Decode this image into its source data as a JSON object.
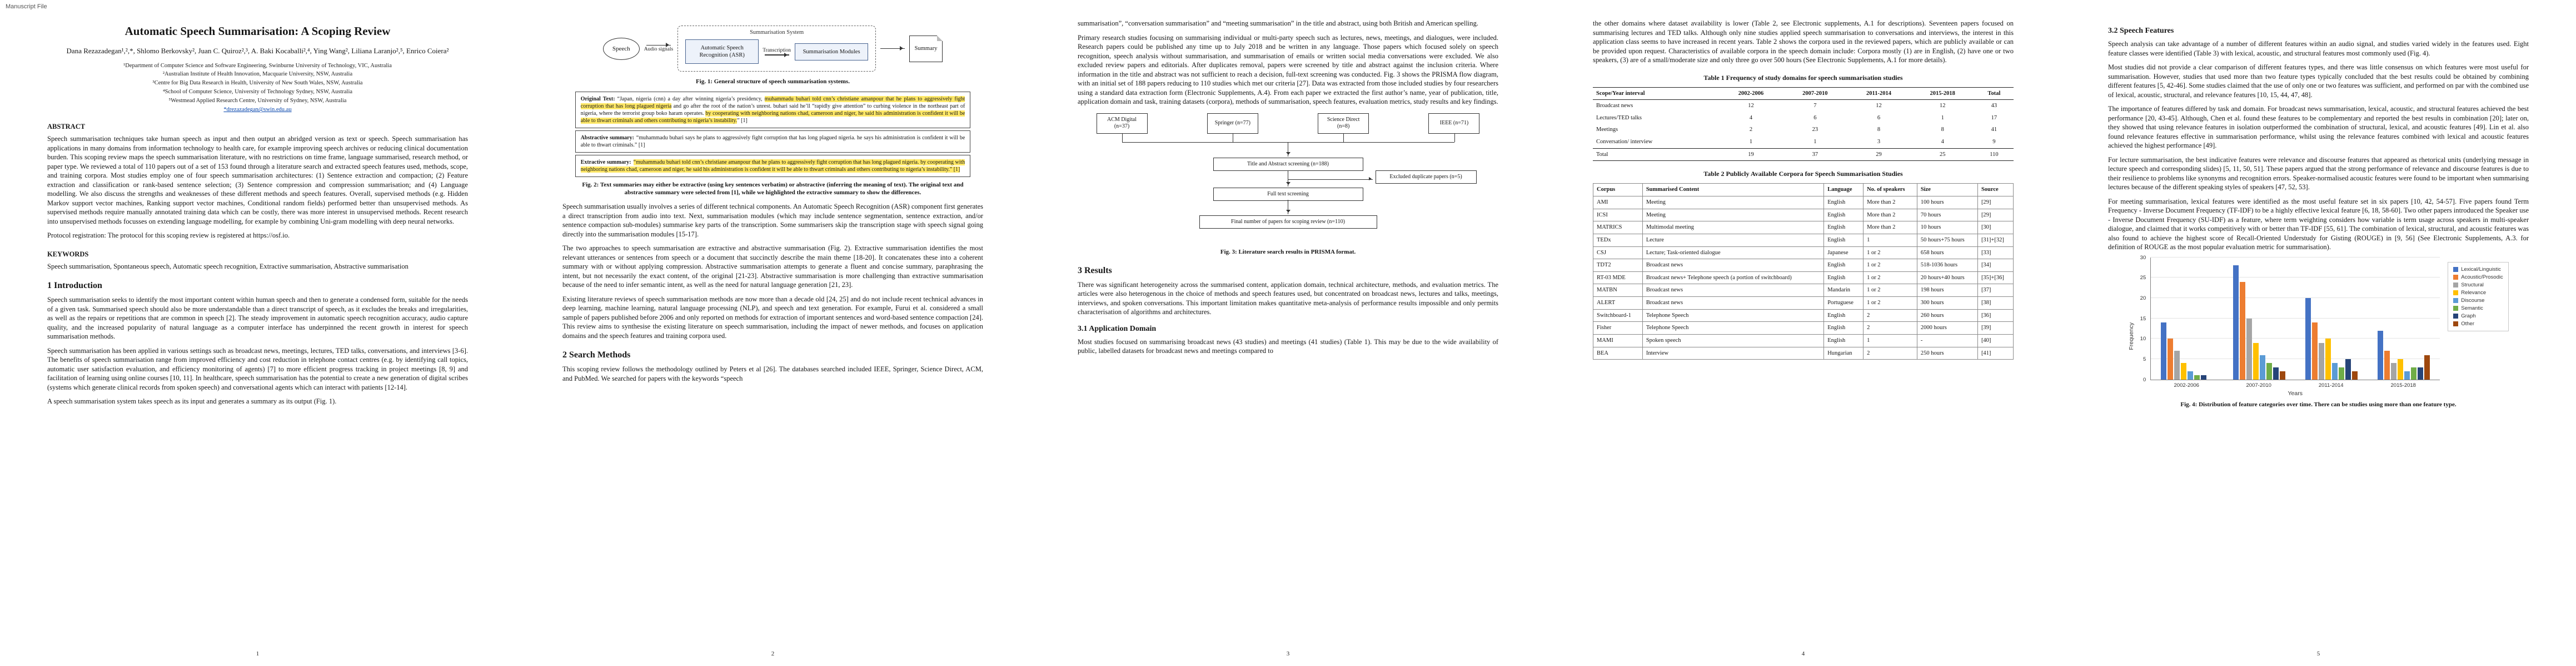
{
  "watermark": "Manuscript File",
  "page1": {
    "page_number": "1",
    "title": "Automatic Speech Summarisation: A Scoping Review",
    "authors": "Dana Rezazadegan¹,²,*, Shlomo Berkovsky², Juan C. Quiroz²,³, A. Baki Kocaballi²,⁴, Ying Wang², Liliana Laranjo²,⁵, Enrico Coiera²",
    "affiliations": [
      "¹Department of Computer Science and Software Engineering, Swinburne University of Technology, VIC, Australia",
      "²Australian Institute of Health Innovation, Macquarie University, NSW, Australia",
      "³Centre for Big Data Research in Health, University of New South Wales, NSW, Australia",
      "⁴School of Computer Science, University of Technology Sydney, NSW, Australia",
      "⁵Westmead Applied Research Centre, University of Sydney, NSW, Australia"
    ],
    "email": "*drezazadegan@swin.edu.au",
    "abstract_heading": "ABSTRACT",
    "abstract_paragraphs": [
      "Speech summarisation techniques take human speech as input and then output an abridged version as text or speech. Speech summarisation has applications in many domains from information technology to health care, for example improving speech archives or reducing clinical documentation burden. This scoping review maps the speech summarisation literature, with no restrictions on time frame, language summarised, research method, or paper type. We reviewed a total of 110 papers out of a set of 153 found through a literature search and extracted speech features used, methods, scope, and training corpora. Most studies employ one of four speech summarisation architectures: (1) Sentence extraction and compaction; (2) Feature extraction and classification or rank-based sentence selection; (3) Sentence compression and compression summarisation; and (4) Language modelling. We also discuss the strengths and weaknesses of these different methods and speech features. Overall, supervised methods (e.g. Hidden Markov support vector machines, Ranking support vector machines, Conditional random fields) performed better than unsupervised methods. As supervised methods require manually annotated training data which can be costly, there was more interest in unsupervised methods. Recent research into unsupervised methods focusses on extending language modelling, for example by combining Uni-gram modelling with deep neural networks.",
      "Protocol registration: The protocol for this scoping review is registered at https://osf.io."
    ],
    "keywords_heading": "KEYWORDS",
    "keywords": "Speech summarisation, Spontaneous speech, Automatic speech recognition, Extractive summarisation, Abstractive summarisation",
    "section1_heading": "1  Introduction",
    "section1_paragraphs": [
      "Speech summarisation seeks to identify the most important content within human speech and then to generate a condensed form, suitable for the needs of a given task. Summarised speech should also be more understandable than a direct transcript of speech, as it excludes the breaks and irregularities, as well as the repairs or repetitions that are common in speech [2]. The steady improvement in automatic speech recognition accuracy, audio capture quality, and the increased popularity of natural language as a computer interface has underpinned the recent growth in interest for speech summarisation methods.",
      "Speech summarisation has been applied in various settings such as broadcast news, meetings, lectures, TED talks, conversations, and interviews [3-6]. The benefits of speech summarisation range from improved efficiency and cost reduction in telephone contact centres (e.g. by identifying call topics, automatic user satisfaction evaluation, and efficiency monitoring of agents) [7] to more efficient progress tracking in project meetings [8, 9] and facilitation of learning using online courses [10, 11]. In healthcare, speech summarisation has the potential to create a new generation of digital scribes (systems which generate clinical records from spoken speech) and conversational agents which can interact with patients [12-14].",
      "A speech summarisation system takes speech as its input and generates a summary as its output (Fig. 1)."
    ]
  },
  "page2": {
    "page_number": "2",
    "fig1": {
      "speech": "Speech",
      "audio": "Audio signals",
      "system": "Summarisation System",
      "asr": "Automatic Speech Recognition (ASR)",
      "transcription": "Transcription",
      "modules": "Summarisation Modules",
      "summary": "Summary",
      "caption": "Fig. 1: General structure of speech summarisation systems."
    },
    "fig2": {
      "original_label": "Original Text:",
      "original_parts": {
        "p0": "“Japan, nigeria (cnn) a day after winning nigeria’s presidency, ",
        "p1": "muhammadu buhari told cnn’s christiane amanpour that he plans to aggressively fight corruption that has long plagued nigeria",
        "p2": " and go after the root of the nation’s unrest. buhari said he’ll “rapidly give attention” to curbing violence in the northeast part of nigeria, where the terrorist group boko haram operates. ",
        "p3": "by cooperating with neighboring nations chad, cameroon and niger, he said his administration is confident it will be able to thwart criminals and others contributing to nigeria’s instability.",
        "p4": "” [1]"
      },
      "abstractive_label": "Abstractive summary:",
      "abstractive": "“muhammadu buhari says he plans to aggressively fight corruption that has long plagued nigeria. he says his administration is confident it will be able to thwart criminals.” [1]",
      "extractive_label": "Extractive summary:",
      "extractive": "“muhammadu buhari told cnn’s christiane amanpour that he plans to aggressively fight corruption that has long plagued nigeria. by cooperating with neighboring nations chad, cameroon and niger, he said his administration is confident it will be able to thwart criminals and others contributing to nigeria’s instability.” [1]",
      "caption": "Fig. 2: Text summaries may either be extractive (using key sentences verbatim) or abstractive (inferring the meaning of text). The original text and abstractive summary were selected from [1], while we highlighted the extractive summary to show the differences."
    },
    "paragraphs": [
      "Speech summarisation usually involves a series of different technical components. An Automatic Speech Recognition (ASR) component first generates a direct transcription from audio into text. Next, summarisation modules (which may include sentence segmentation, sentence extraction, and/or sentence compaction sub-modules) summarise key parts of the transcription. Some summarisers skip the transcription stage with speech signal going directly into the summarisation modules [15-17].",
      "The two approaches to speech summarisation are extractive and abstractive summarisation (Fig. 2). Extractive summarisation identifies the most relevant utterances or sentences from speech or a document that succinctly describe the main theme [18-20]. It concatenates these into a coherent summary with or without applying compression. Abstractive summarisation attempts to generate a fluent and concise summary, paraphrasing the intent, but not necessarily the exact content, of the original [21-23]. Abstractive summarisation is more challenging than extractive summarisation because of the need to infer semantic intent, as well as the need for natural language generation [21, 23].",
      "Existing literature reviews of speech summarisation methods are now more than a decade old [24, 25] and do not include recent technical advances in deep learning, machine learning, natural language processing (NLP), and speech and text generation. For example, Furui et al. considered a small sample of papers published before 2006 and only reported on methods for extraction of important sentences and word-based sentence compaction [24]. This review aims to synthesise the existing literature on speech summarisation, including the impact of newer methods, and focuses on application domains and the speech features and training corpora used."
    ],
    "section2_heading": "2  Search Methods",
    "section2_paragraphs": [
      "This scoping review follows the methodology outlined by Peters et al [26]. The databases searched included IEEE, Springer, Science Direct, ACM, and PubMed. We searched for papers with the keywords “speech"
    ]
  },
  "page3": {
    "page_number": "3",
    "paragraphs": [
      "summarisation”, “conversation summarisation” and “meeting summarisation” in the title and abstract, using both British and American spelling.",
      "Primary research studies focusing on summarising individual or multi-party speech such as lectures, news, meetings, and dialogues, were included. Research papers could be published any time up to July 2018 and be written in any language. Those papers which focused solely on speech recognition, speech analysis without summarisation, and summarisation of emails or written social media conversations were excluded. We also excluded review papers and editorials. After duplicates removal, papers were screened by title and abstract against the inclusion criteria. Where information in the title and abstract was not sufficient to reach a decision, full-text screening was conducted. Fig. 3 shows the PRISMA flow diagram, with an initial set of 188 papers reducing to 110 studies which met our criteria [27]. Data was extracted from those included studies by four researchers using a standard data extraction form (Electronic Supplements, A.4). From each paper we extracted the first author’s name, year of publication, title, application domain and task, training datasets (corpora), methods of summarisation, speech features, evaluation metrics, study results and key findings."
    ],
    "fig3": {
      "sources": [
        "ACM Digital (n=37)",
        "Springer (n=77)",
        "Science Direct (n=8)",
        "IEEE (n=71)"
      ],
      "excluded": "Excluded duplicate papers (n=5)",
      "screening": "Title and Abstract screening (n=188)",
      "fulltext": "Full text screening",
      "final": "Final number of papers for scoping review (n=110)",
      "caption": "Fig. 3: Literature search results in PRISMA format."
    },
    "section3_heading": "3  Results",
    "section3_paragraphs": [
      "There was significant heterogeneity across the summarised content, application domain, technical architecture, methods, and evaluation metrics. The articles were also heterogenous in the choice of methods and speech features used, but concentrated on broadcast news, lectures and talks, meetings, interviews, and spoken conversations. This important limitation makes quantitative meta-analysis of performance results impossible and only permits characterisation of algorithms and architectures."
    ],
    "section31_heading": "3.1  Application Domain",
    "section31_paragraphs": [
      "Most studies focused on summarising broadcast news (43 studies) and meetings (41 studies) (Table 1). This may be due to the wide availability of public, labelled datasets for broadcast news and meetings compared to"
    ]
  },
  "page4": {
    "page_number": "4",
    "paragraphs": [
      "the other domains where dataset availability is lower (Table 2, see Electronic supplements, A.1 for descriptions). Seventeen papers focused on summarising lectures and TED talks. Although only nine studies applied speech summarisation to conversations and interviews, the interest in this application class seems to have increased in recent years. Table 2 shows the corpora used in the reviewed papers, which are publicly available or can be provided upon request. Characteristics of available corpora in the speech domain include: Corpora mostly (1) are in English, (2) have one or two speakers, (3) are of a small/moderate size and only three go over 500 hours (See Electronic Supplements, A.1 for more details)."
    ],
    "table1": {
      "title": "Table 1 Frequency of study domains for speech summarisation studies",
      "columns": [
        "Scope/Year interval",
        "2002-2006",
        "2007-2010",
        "2011-2014",
        "2015-2018",
        "Total"
      ],
      "rows": [
        [
          "Broadcast news",
          "12",
          "7",
          "12",
          "12",
          "43"
        ],
        [
          "Lectures/TED talks",
          "4",
          "6",
          "6",
          "1",
          "17"
        ],
        [
          "Meetings",
          "2",
          "23",
          "8",
          "8",
          "41"
        ],
        [
          "Conversation/ interview",
          "1",
          "1",
          "3",
          "4",
          "9"
        ],
        [
          "Total",
          "19",
          "37",
          "29",
          "25",
          "110"
        ]
      ]
    },
    "table2": {
      "title": "Table 2 Publicly Available Corpora for Speech Summarisation Studies",
      "columns": [
        "Corpus",
        "Summarised Content",
        "Language",
        "No. of speakers",
        "Size",
        "Source"
      ],
      "rows": [
        [
          "AMI",
          "Meeting",
          "English",
          "More than 2",
          "100 hours",
          "[29]"
        ],
        [
          "ICSI",
          "Meeting",
          "English",
          "More than 2",
          "70 hours",
          "[29]"
        ],
        [
          "MATRICS",
          "Multimodal meeting",
          "English",
          "More than 2",
          "10 hours",
          "[30]"
        ],
        [
          "TEDx",
          "Lecture",
          "English",
          "1",
          "50 hours+75 hours",
          "[31]+[32]"
        ],
        [
          "CSJ",
          "Lecture; Task-oriented dialogue",
          "Japanese",
          "1 or 2",
          "658 hours",
          "[33]"
        ],
        [
          "TDT2",
          "Broadcast news",
          "English",
          "1 or 2",
          "518-1036 hours",
          "[34]"
        ],
        [
          "RT-03 MDE",
          "Broadcast news+ Telephone speech (a portion of switchboard)",
          "English",
          "1 or 2",
          "20 hours+40 hours",
          "[35]+[36]"
        ],
        [
          "MATBN",
          "Broadcast news",
          "Mandarin",
          "1 or 2",
          "198 hours",
          "[37]"
        ],
        [
          "ALERT",
          "Broadcast news",
          "Portuguese",
          "1 or 2",
          "300 hours",
          "[38]"
        ],
        [
          "Switchboard-1",
          "Telephone Speech",
          "English",
          "2",
          "260 hours",
          "[36]"
        ],
        [
          "Fisher",
          "Telephone Speech",
          "English",
          "2",
          "2000 hours",
          "[39]"
        ],
        [
          "MAMI",
          "Spoken speech",
          "English",
          "1",
          "-",
          "[40]"
        ],
        [
          "BEA",
          "Interview",
          "Hungarian",
          "2",
          "250 hours",
          "[41]"
        ]
      ]
    }
  },
  "page5": {
    "page_number": "5",
    "section32_heading": "3.2  Speech Features",
    "paragraphs": [
      "Speech analysis can take advantage of a number of different features within an audio signal, and studies varied widely in the features used. Eight feature classes were identified (Table 3) with lexical, acoustic, and structural features most commonly used (Fig. 4).",
      "Most studies did not provide a clear comparison of different features types, and there was little consensus on which features were most useful for summarisation. However, studies that used more than two feature types typically concluded that the best results could be obtained by combining different features [5, 42-46]. Some studies claimed that the use of only one or two features was sufficient, and performed on par with the combined use of lexical, acoustic, structural, and relevance features [10, 15, 44, 47, 48].",
      "The importance of features differed by task and domain. For broadcast news summarisation, lexical, acoustic, and structural features achieved the best performance [20, 43-45]. Although, Chen et al. found these features to be complementary and reported the best results in combination [20]; later on, they showed that using relevance features in isolation outperformed the combination of structural, lexical, and acoustic features [49]. Lin et al. also found relevance features effective in summarisation performance, whilst using the relevance features combined with lexical and acoustic features achieved the highest performance [49].",
      "For lecture summarisation, the best indicative features were relevance and discourse features that appeared as rhetorical units (underlying message in lecture speech and corresponding slides) [5, 11, 50, 51]. These papers argued that the strong performance of relevance and discourse features is due to their resilience to problems like synonyms and recognition errors. Speaker-normalised acoustic features were found to be important when summarising lectures because of the different speaking styles of speakers [47, 52, 53].",
      "For meeting summarisation, lexical features were identified as the most useful feature set in six papers [10, 42, 54-57]. Five papers found Term Frequency - Inverse Document Frequency (TF-IDF) to be a highly effective lexical feature [6, 18, 58-60]. Two other papers introduced the Speaker use - Inverse Document Frequency (SU-IDF) as a feature, where term weighting considers how variable is term usage across speakers in multi-speaker dialogue, and claimed that it works competitively with or better than TF-IDF [55, 61]. The combination of lexical, structural, and acoustic features was also found to achieve the highest score of Recall-Oriented Understudy for Gisting (ROUGE) in [9, 56] (See Electronic Supplements, A.3. for definition of ROUGE as the most popular evaluation metric for summarisation)."
    ],
    "fig4_caption": "Fig. 4: Distribution of feature categories over time. There can be studies using more than one feature type."
  },
  "chart_data": {
    "type": "bar",
    "title": "",
    "categories": [
      "2002-2006",
      "2007-2010",
      "2011-2014",
      "2015-2018"
    ],
    "series": [
      {
        "name": "Lexical/Linguistic",
        "color": "#4472C4",
        "values": [
          14,
          28,
          20,
          12
        ]
      },
      {
        "name": "Acoustic/Prosodic",
        "color": "#ED7D31",
        "values": [
          10,
          24,
          14,
          7
        ]
      },
      {
        "name": "Structural",
        "color": "#A5A5A5",
        "values": [
          7,
          15,
          9,
          4
        ]
      },
      {
        "name": "Relevance",
        "color": "#FFC000",
        "values": [
          4,
          9,
          10,
          5
        ]
      },
      {
        "name": "Discourse",
        "color": "#5B9BD5",
        "values": [
          2,
          6,
          4,
          2
        ]
      },
      {
        "name": "Semantic",
        "color": "#70AD47",
        "values": [
          1,
          4,
          3,
          3
        ]
      },
      {
        "name": "Graph",
        "color": "#264478",
        "values": [
          1,
          3,
          5,
          3
        ]
      },
      {
        "name": "Other",
        "color": "#9E480E",
        "values": [
          0,
          2,
          2,
          6
        ]
      }
    ],
    "xlabel": "Years",
    "ylabel": "Frequency",
    "ylim": [
      0,
      30
    ],
    "grid": true,
    "legend_position": "right"
  }
}
